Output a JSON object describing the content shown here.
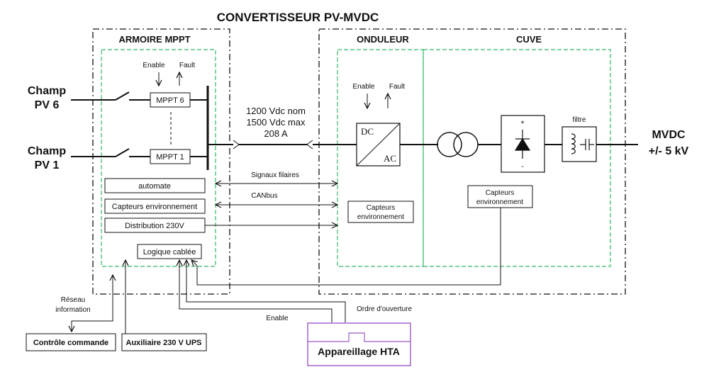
{
  "title": "CONVERTISSEUR PV-MVDC",
  "sections": {
    "armoire": "ARMOIRE MPPT",
    "onduleur": "ONDULEUR",
    "cuve": "CUVE"
  },
  "inputs": {
    "pv6_line1": "Champ",
    "pv6_line2": "PV 6",
    "pv1_line1": "Champ",
    "pv1_line2": "PV 1"
  },
  "mppt": {
    "mppt6": "MPPT 6",
    "mppt1": "MPPT 1",
    "enable": "Enable",
    "fault": "Fault"
  },
  "bus": {
    "line1": "1200 Vdc nom",
    "line2": "1500 Vdc max",
    "line3": "208 A"
  },
  "armoire_boxes": {
    "automate": "automate",
    "capteurs": "Capteurs environnement",
    "distribution": "Distribution 230V",
    "logique": "Logique cablée"
  },
  "links": {
    "signaux": "Signaux filaires",
    "canbus": "CANbus"
  },
  "onduleur": {
    "enable": "Enable",
    "fault": "Fault",
    "dc": "DC",
    "ac": "AC",
    "capteurs_line1": "Capteurs",
    "capteurs_line2": "environnement"
  },
  "cuve": {
    "filtre": "filtre",
    "plus": "+",
    "minus": "-",
    "capteurs_line1": "Capteurs",
    "capteurs_line2": "environnement"
  },
  "output": {
    "line1": "MVDC",
    "line2": "+/- 5 kV"
  },
  "external": {
    "reseau_line1": "Réseau",
    "reseau_line2": "information",
    "controle": "Contrôle commande",
    "auxiliaire": "Auxiliaire 230 V UPS",
    "enable": "Enable",
    "ordre": "Ordre d'ouverture",
    "hta": "Appareillage HTA"
  },
  "colors": {
    "line": "#111111",
    "green_dash": "#33b866",
    "purple": "#9b59c4"
  }
}
